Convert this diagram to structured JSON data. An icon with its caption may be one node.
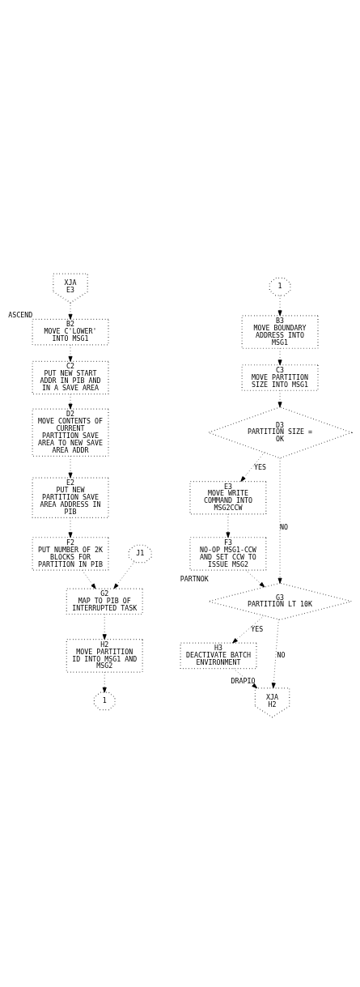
{
  "diagram": {
    "nodes": [
      {
        "text": [
          "XJA",
          "E3"
        ]
      },
      {
        "text": [
          "B2",
          "MOVE C'LOWER' INTO MSG1"
        ],
        "beside": [
          "ASCEND"
        ]
      },
      {
        "text": [
          "C2",
          "PUT NEW START ADDR IN PIB AND IN A SAVE AREA"
        ]
      },
      {
        "text": [
          "D2",
          "MOVE CONTENTS OF CURRENT PARTITION SAVE AREA TO NEW SAVE AREA ADDR"
        ]
      },
      {
        "text": [
          "E2",
          "PUT NEW PARTITION SAVE AREA ADDRESS IN PIB"
        ]
      },
      {
        "text": [
          "F2",
          "PUT NUMBER OF 2K BLOCKS FOR PARTITION IN PIB"
        ]
      },
      {
        "text": [
          "J1"
        ]
      },
      {
        "text": [
          "G2",
          "MAP TO PIB OF INTERRUPTED TASK"
        ]
      },
      {
        "text": [
          "H2",
          "MOVE PARTITION ID INTO MSG1 AND MSG2"
        ]
      },
      {
        "text": [
          "1"
        ]
      },
      {
        "text": [
          "1"
        ]
      },
      {
        "text": [
          "B3",
          "MOVE BOUNDARY ADDRESS INTO MSG1"
        ]
      },
      {
        "text": [
          "C3",
          "MOVE PARTITION SIZE INTO MSG1"
        ]
      },
      {
        "text": [
          "D3",
          "PARTITION SIZE = OK"
        ]
      },
      {
        "text": [
          "E3",
          "MOVE WRITE COMMAND INTO MSG2CCW"
        ]
      },
      {
        "text": [
          "F3",
          "NO-OP MSG1-CCW AND SET CCW TO ISSUE MSG2"
        ]
      },
      {
        "text": [
          "G3",
          "PARTITION LT 10K"
        ],
        "beside": [
          "PARTNOK"
        ]
      },
      {
        "text": [
          "H3",
          "DEACTIVATE BATCH ENVIRONMENT"
        ]
      },
      {
        "text": [
          "XJA",
          "H2"
        ],
        "beside": [
          "DRAPIO"
        ]
      }
    ],
    "edges": [
      {
        "from": 0,
        "to": 1,
        "arrow": "to"
      },
      {
        "from": 1,
        "to": 2,
        "arrow": "to"
      },
      {
        "from": 2,
        "to": 3,
        "arrow": "to"
      },
      {
        "from": 3,
        "to": 4,
        "arrow": "to"
      },
      {
        "from": 4,
        "to": 5,
        "arrow": "to"
      },
      {
        "from": 5,
        "to": 7,
        "arrow": "to"
      },
      {
        "from": 6,
        "to": 7,
        "arrow": "to"
      },
      {
        "from": 7,
        "to": 8,
        "arrow": "to"
      },
      {
        "from": 8,
        "to": 9,
        "arrow": "to"
      },
      {
        "from": 10,
        "to": 11,
        "arrow": "to"
      },
      {
        "from": 11,
        "to": 12,
        "arrow": "to"
      },
      {
        "from": 12,
        "to": 13,
        "arrow": "to"
      },
      {
        "from": 13,
        "to": 14,
        "arrow": "to",
        "label": "YES"
      },
      {
        "from": 13,
        "to": 16,
        "arrow": "to",
        "label": "NO"
      },
      {
        "from": 14,
        "to": 15,
        "arrow": "to"
      },
      {
        "from": 15,
        "to": 16,
        "arrow": "to"
      },
      {
        "from": 16,
        "to": 17,
        "arrow": "to",
        "label": "YES"
      },
      {
        "from": 16,
        "to": 18,
        "arrow": "to",
        "label": "NO"
      },
      {
        "from": 17,
        "to": 18,
        "arrow": "to"
      }
    ]
  }
}
